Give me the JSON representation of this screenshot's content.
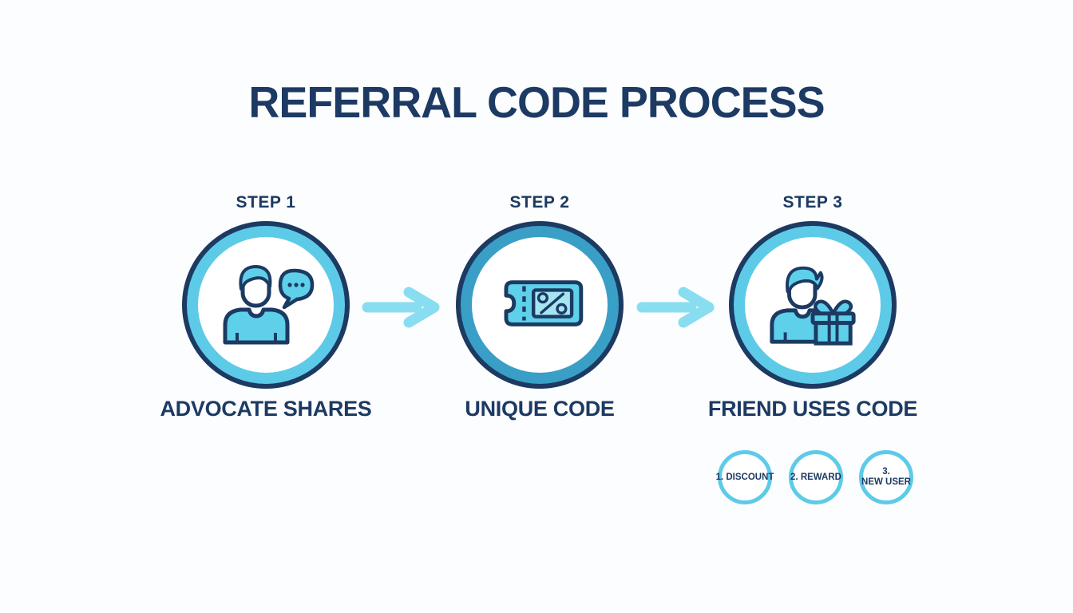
{
  "title": "REFERRAL CODE PROCESS",
  "steps": [
    {
      "label": "STEP 1",
      "caption": "ADVOCATE SHARES",
      "icon": "person-with-speech-bubble"
    },
    {
      "label": "STEP 2",
      "caption": "UNIQUE CODE",
      "icon": "discount-coupon-percent"
    },
    {
      "label": "STEP 3",
      "caption": "FRIEND USES CODE",
      "icon": "person-with-gift"
    }
  ],
  "benefits": [
    {
      "line1": "1. DISCOUNT"
    },
    {
      "line1": "2. REWARD"
    },
    {
      "line1": "3.",
      "line2": "NEW USER"
    }
  ],
  "colors": {
    "navy_outline": "#1c3a62",
    "cyan_ring": "#5dcbe8",
    "teal_ring_step2": "#3a9fc6",
    "icon_fill": "#5ed0e9",
    "coupon_window_fill": "#a5e5f2",
    "arrow": "#88ddf0",
    "background": "#fcfdfe"
  }
}
